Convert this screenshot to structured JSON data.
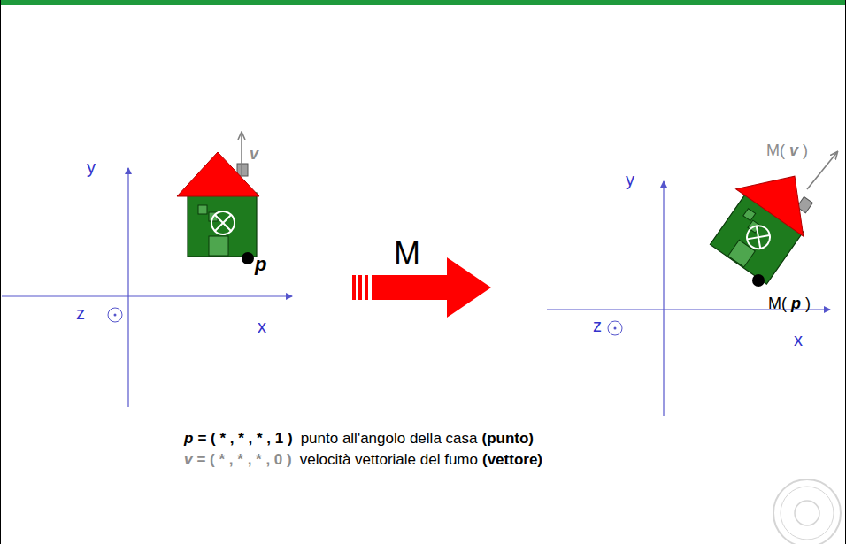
{
  "diagram": {
    "labels": [
      "y",
      "z",
      "x",
      "v",
      "p",
      "M",
      "y",
      "z",
      "x",
      "M(",
      "v",
      ")",
      "M(",
      "p",
      ")",
      "p",
      "= ( * , * , * , 1 )",
      "punto all'angolo della casa",
      "(punto)",
      "v",
      "= ( * , * , * , 0 )",
      "velocità vettoriale del fumo",
      "(vettore)"
    ]
  }
}
